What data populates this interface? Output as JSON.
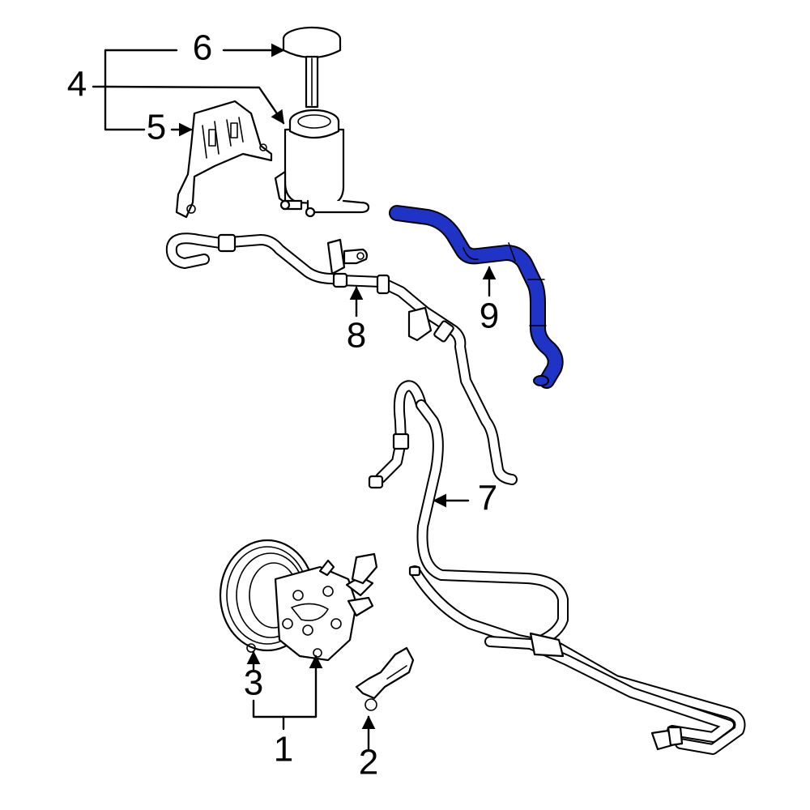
{
  "callouts": {
    "c1": "1",
    "c2": "2",
    "c3": "3",
    "c4": "4",
    "c5": "5",
    "c6": "6",
    "c7": "7",
    "c8": "8",
    "c9": "9"
  },
  "colors": {
    "highlight": "#1f33c6",
    "line": "#000000",
    "background": "#ffffff"
  }
}
